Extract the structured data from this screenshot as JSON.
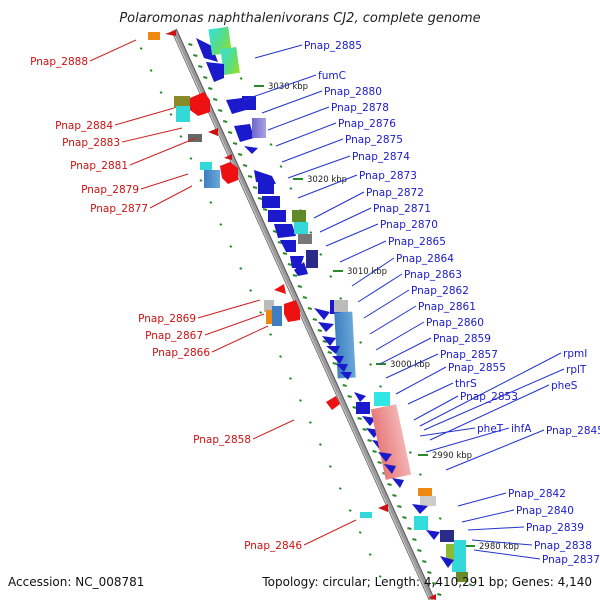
{
  "title": "Polaromonas naphthalenivorans CJ2, complete genome",
  "footer": {
    "accession": "Accession: NC_008781",
    "summary": "Topology: circular; Length: 4,410,291 bp; Genes: 4,140"
  },
  "colors": {
    "forward_label": "#1a1acc",
    "reverse_label": "#cc1111",
    "leader_forward": "#2233cc",
    "leader_reverse": "#cc2222",
    "axis": "#808080",
    "tick": "#2a8a2a"
  },
  "kbp_labels": [
    "3030 kbp",
    "3020 kbp",
    "3010 kbp",
    "3000 kbp",
    "2990 kbp",
    "2980 kbp"
  ],
  "forward_genes": [
    "Pnap_2885",
    "fumC",
    "Pnap_2880",
    "Pnap_2878",
    "Pnap_2876",
    "Pnap_2875",
    "Pnap_2874",
    "Pnap_2873",
    "Pnap_2872",
    "Pnap_2871",
    "Pnap_2870",
    "Pnap_2865",
    "Pnap_2864",
    "Pnap_2863",
    "Pnap_2862",
    "Pnap_2861",
    "Pnap_2860",
    "Pnap_2859",
    "Pnap_2857",
    "Pnap_2855",
    "thrS",
    "Pnap_2853",
    "pheT",
    "ihfA",
    "Pnap_2845",
    "rpmI",
    "rplT",
    "pheS",
    "Pnap_2842",
    "Pnap_2840",
    "Pnap_2839",
    "Pnap_2838",
    "Pnap_2837"
  ],
  "reverse_genes": [
    "Pnap_2888",
    "Pnap_2884",
    "Pnap_2883",
    "Pnap_2881",
    "Pnap_2879",
    "Pnap_2877",
    "Pnap_2869",
    "Pnap_2867",
    "Pnap_2866",
    "Pnap_2858",
    "Pnap_2846"
  ]
}
